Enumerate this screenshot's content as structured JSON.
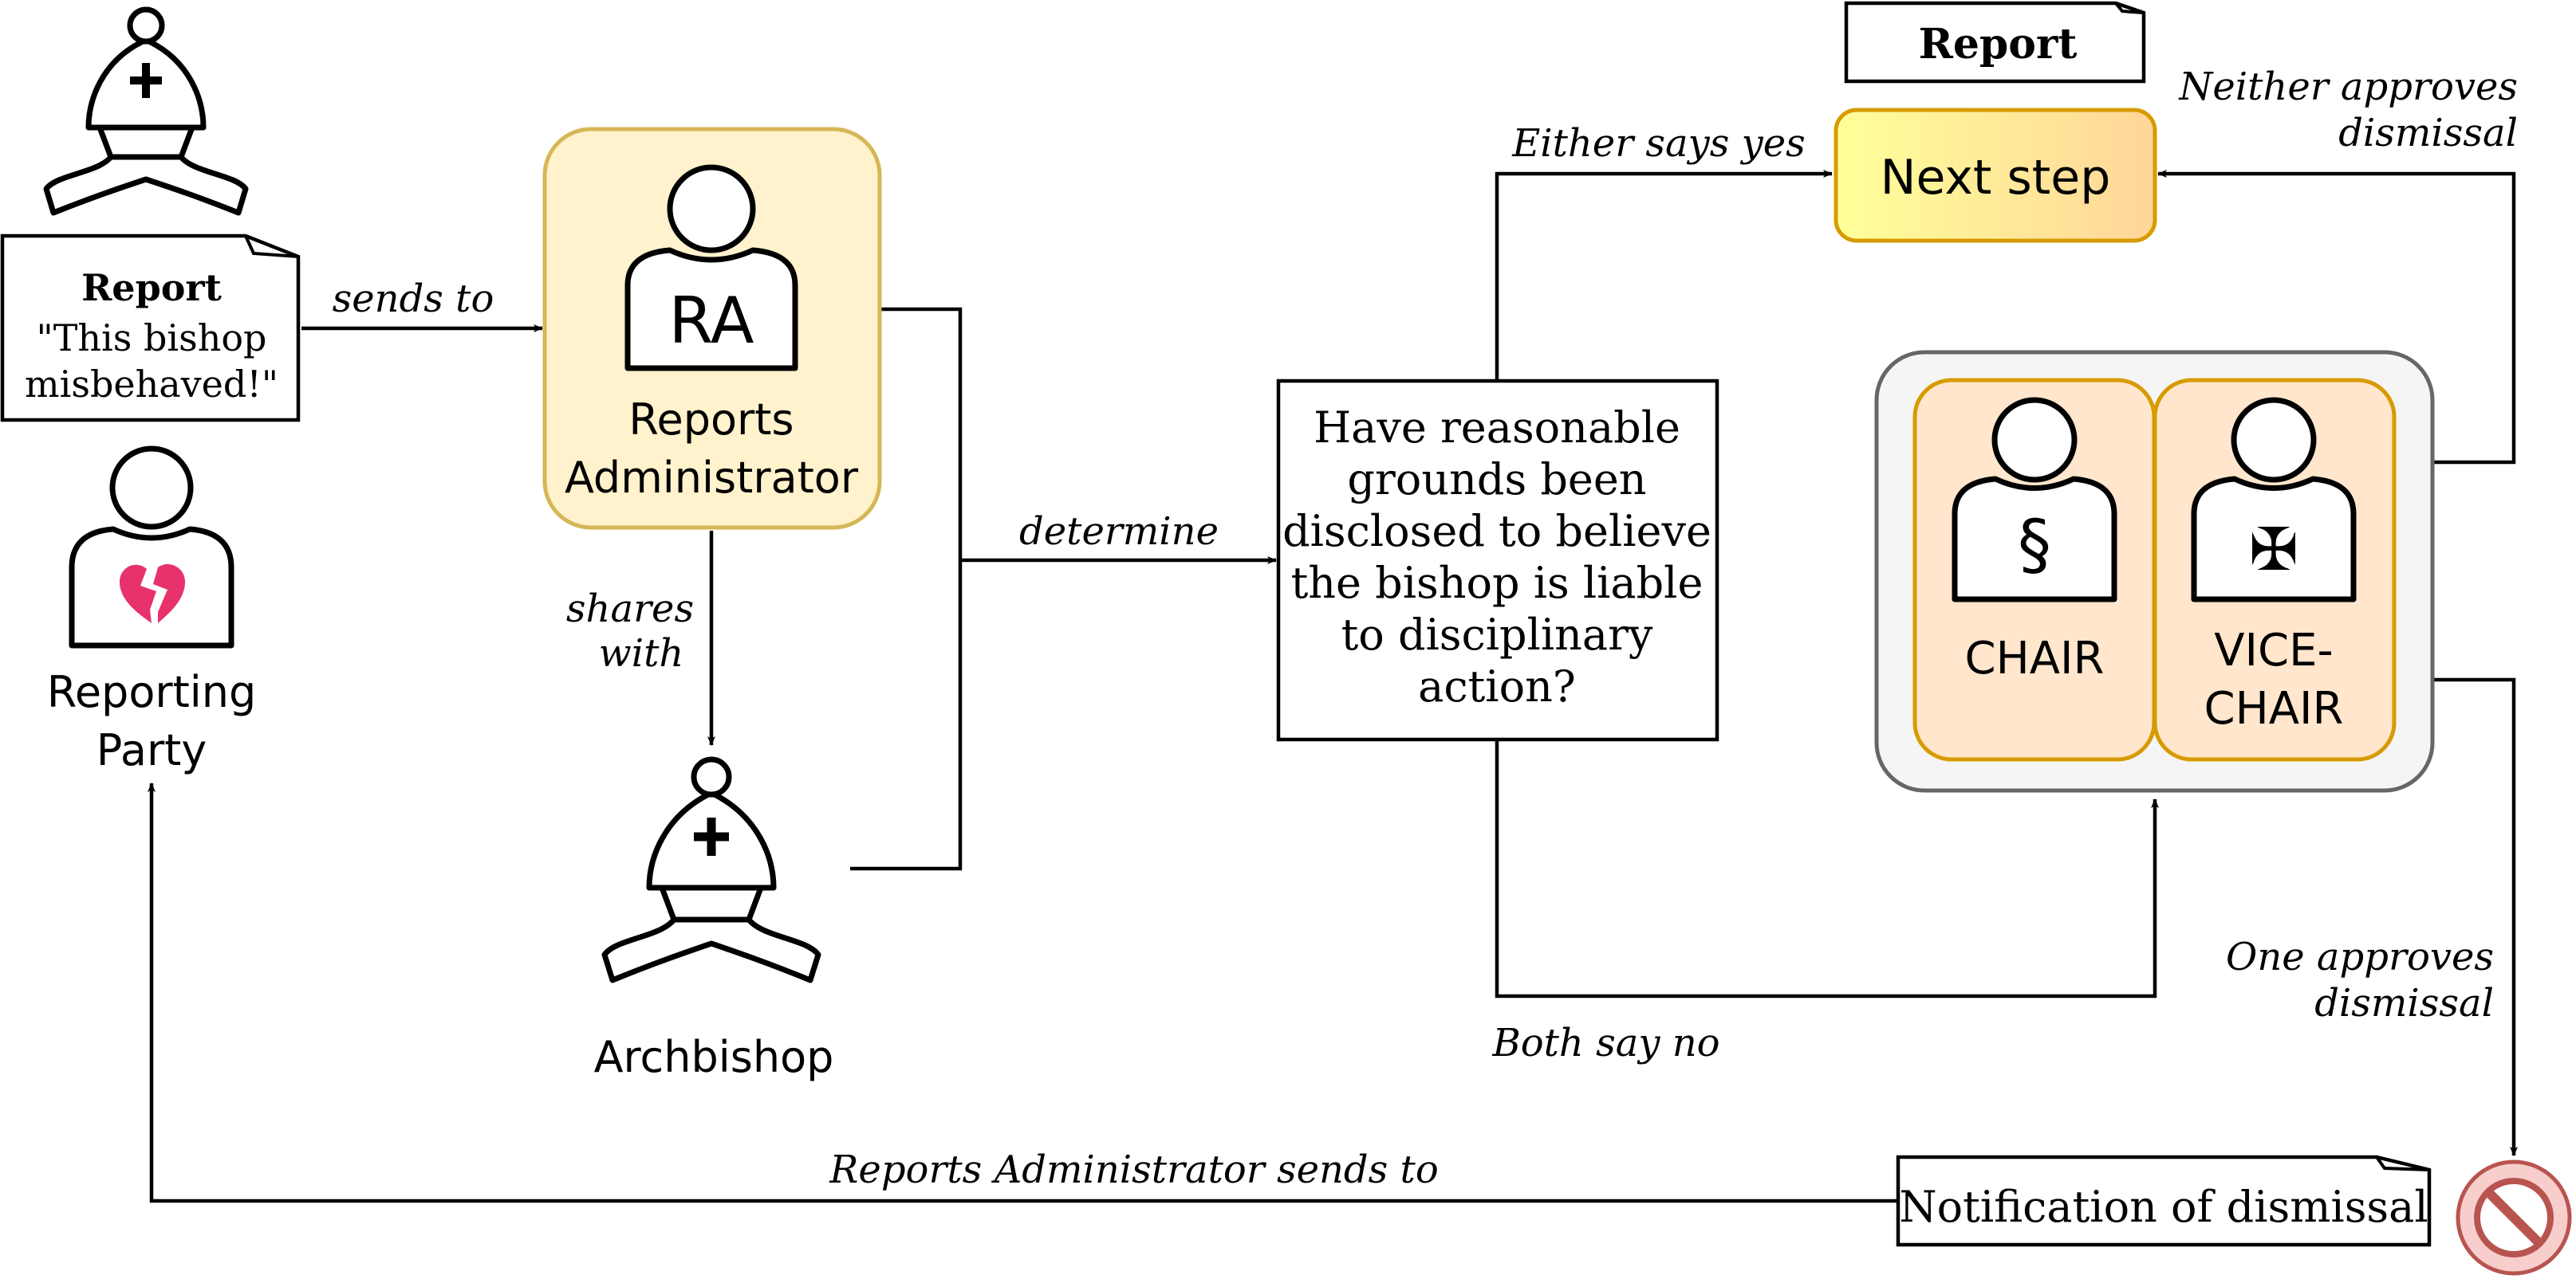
{
  "report_doc": {
    "title": "Report",
    "quote_line1": "\"This bishop",
    "quote_line2": "misbehaved!\""
  },
  "reporting_party": {
    "line1": "Reporting",
    "line2": "Party",
    "heart_icon": "broken-heart-icon"
  },
  "reports_admin": {
    "initials": "RA",
    "line1": "Reports",
    "line2": "Administrator"
  },
  "archbishop": {
    "label": "Archbishop"
  },
  "question": {
    "lines": [
      "Have reasonable",
      "grounds been",
      "disclosed to believe",
      "the bishop is liable",
      "to disciplinary",
      "action?"
    ]
  },
  "next_step": {
    "label": "Next step",
    "report_doc": "Report"
  },
  "chair": {
    "symbol": "§",
    "label": "CHAIR"
  },
  "vice_chair": {
    "symbol": "✠",
    "line1": "VICE-",
    "line2": "CHAIR"
  },
  "notification": {
    "label": "Notification of dismissal"
  },
  "edges": {
    "sends_to": "sends to",
    "shares_line1": "shares",
    "shares_line2": "with",
    "determine": "determine",
    "either_yes": "Either says yes",
    "both_no": "Both say no",
    "neither_line1": "Neither approves",
    "neither_line2": "dismissal",
    "one_line1": "One approves",
    "one_line2": "dismissal",
    "ra_sends_to": "Reports Administrator sends to"
  },
  "colors": {
    "ra_fill": "#fff2cc",
    "ra_stroke": "#d6b656",
    "next_fill_start": "#ffff99",
    "next_fill_end": "#ffd699",
    "next_stroke": "#d79b00",
    "panel_fill": "#f5f5f5",
    "panel_stroke": "#666666",
    "person_fill": "#ffe6cc",
    "person_stroke": "#d79b00",
    "no_sign_fill": "#f8cecc",
    "no_sign_stroke": "#b85450"
  }
}
